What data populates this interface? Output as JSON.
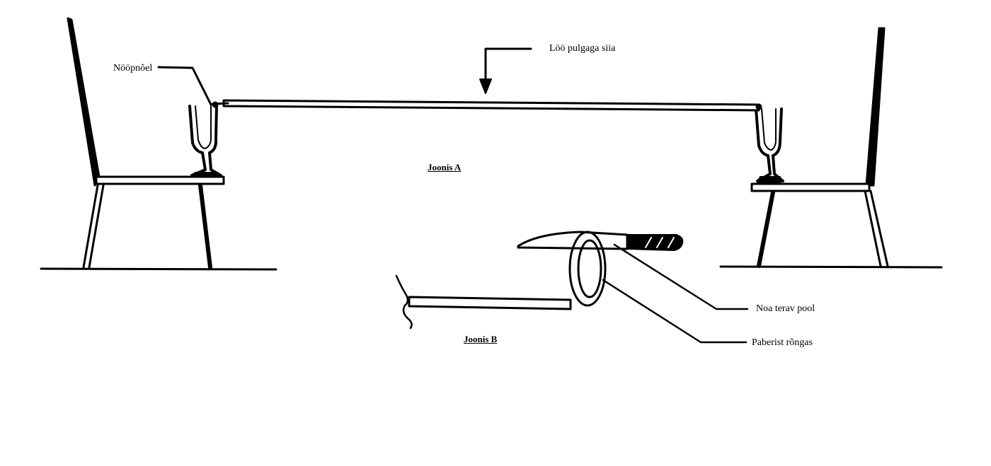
{
  "figure_a": {
    "title": "Joonis A",
    "labels": {
      "pin": "Nööpnõel",
      "strike": "Löö pulgaga siia"
    }
  },
  "figure_b": {
    "title": "Joonis B",
    "labels": {
      "knife_edge": "Noa terav pool",
      "paper_ring": "Paberist rõngas"
    }
  },
  "colors": {
    "ink": "#000000",
    "background": "#ffffff"
  }
}
